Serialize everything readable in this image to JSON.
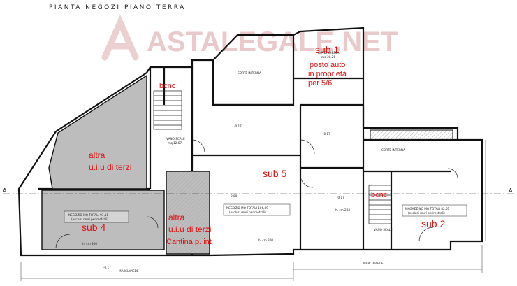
{
  "title": "PIANTA NEGOZI PIANO TERRA",
  "watermark": "ASTALEGALE.NET",
  "colors": {
    "annotation": "#e01010",
    "hatch": "#bdbdbd",
    "watermark": "#e9c9c9"
  },
  "section_marker": "A",
  "annotations": {
    "sub1_title": "sub 1",
    "sub1_line1": "posto auto",
    "sub1_line2": "in proprietà",
    "sub1_line3": "per 5/6",
    "bcnc_top": "bcnc",
    "altra1_line1": "altra",
    "altra1_line2": "u.i.u di terzi",
    "sub5": "sub 5",
    "bcnc_right": "bcnc",
    "sub4": "sub 4",
    "altra2_line1": "altra",
    "altra2_line2": "u.i.u di terzi",
    "altra2_line3": "Cantina p. int",
    "sub2": "sub 2"
  },
  "plan_labels": {
    "autorimessa_1": "AUTORIMESSA",
    "autorimessa_2": "mq 20,26",
    "corte_interna_top": "CORTE INTERNA",
    "corte_interna_right": "CORTE INTERNA",
    "negozio_left_1": "NEGOZIO MQ TOTALI 97,11",
    "negozio_left_2": "(esclusi muri perimetrali)",
    "negozio_center_1": "NEGOZIO MQ TOTALI 106,89",
    "negozio_center_2": "(esclusi muri perimetrali)",
    "magazzino_1": "MAGAZZINO MQ TOTALI 82,61",
    "magazzino_2": "(esclusi muri perimetrali)",
    "vano_scale_left_1": "VANO SCALE",
    "vano_scale_left_2": "mq 12,67",
    "vano_scale_right": "VANO SCALE",
    "marciapiede_left": "MARCIAPIEDE",
    "marciapiede_right": "MARCIAPIEDE",
    "h_cm_300": "h. cm 300",
    "h_cm_300_b": "h. cm 300",
    "h_cm_283": "h. cm 283",
    "level_017": "-0.17",
    "level_000": "0.00"
  }
}
